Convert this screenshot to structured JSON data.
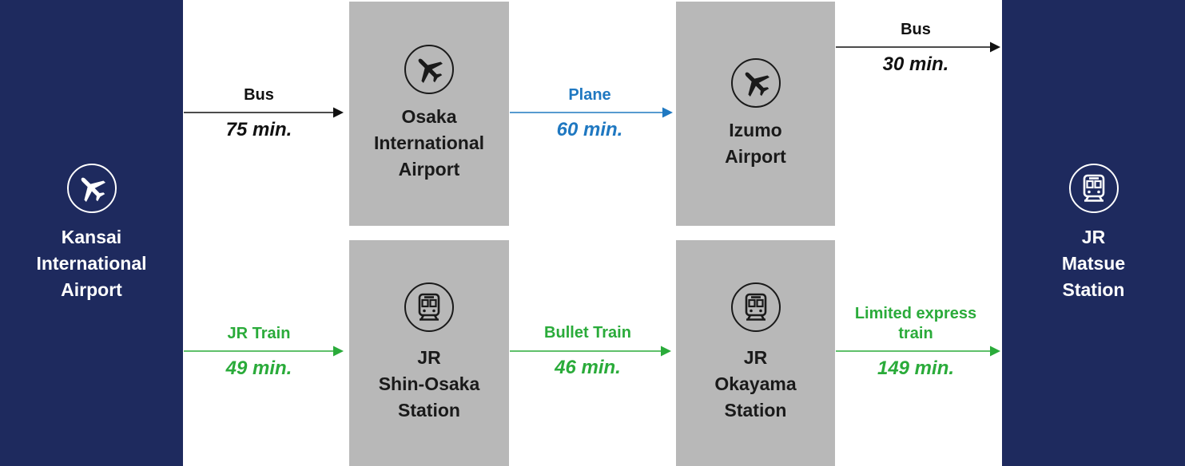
{
  "colors": {
    "navy": "#1e2a5e",
    "station_grey": "#b8b8b8",
    "bus": "#111111",
    "plane": "#1f78c1",
    "jr": "#2aab3a"
  },
  "origin": {
    "label": "Kansai\nInternational\nAirport",
    "icon": "airplane-icon"
  },
  "destination": {
    "label": "JR\nMatsue\nStation",
    "icon": "train-icon"
  },
  "air_route": {
    "stations": [
      {
        "label": "Osaka\nInternational\nAirport",
        "icon": "airplane-icon"
      },
      {
        "label": "Izumo\nAirport",
        "icon": "airplane-icon"
      }
    ],
    "segments": [
      {
        "mode": "Bus",
        "time": "75 min."
      },
      {
        "mode": "Plane",
        "time": "60 min."
      },
      {
        "mode": "Bus",
        "time": "30 min."
      }
    ]
  },
  "rail_route": {
    "stations": [
      {
        "label": "JR\nShin-Osaka\nStation",
        "icon": "train-icon"
      },
      {
        "label": "JR\nOkayama\nStation",
        "icon": "train-icon"
      }
    ],
    "segments": [
      {
        "mode": "JR Train",
        "time": "49 min."
      },
      {
        "mode": "Bullet Train",
        "time": "46 min."
      },
      {
        "mode": "Limited express\ntrain",
        "time": "149 min."
      }
    ]
  }
}
